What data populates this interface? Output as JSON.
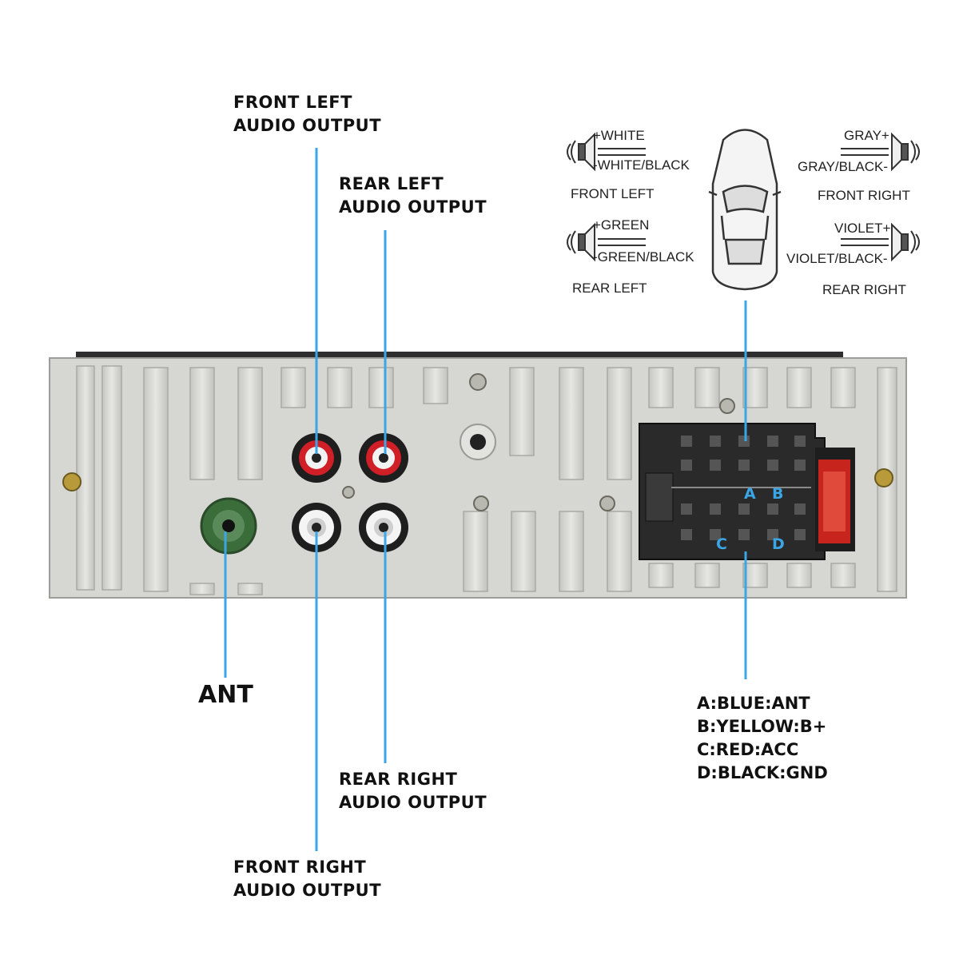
{
  "callouts": {
    "front_left": [
      "FRONT LEFT",
      "AUDIO OUTPUT"
    ],
    "rear_left": [
      "REAR LEFT",
      "AUDIO OUTPUT"
    ],
    "rear_right": [
      "REAR RIGHT",
      "AUDIO OUTPUT"
    ],
    "front_right": [
      "FRONT RIGHT",
      "AUDIO OUTPUT"
    ],
    "antenna": "ANT"
  },
  "speakers": {
    "front_left": {
      "name": "FRONT LEFT",
      "plus": "+WHITE",
      "minus": "-WHITE/BLACK"
    },
    "rear_left": {
      "name": "REAR LEFT",
      "plus": "+GREEN",
      "minus": "-GREEN/BLACK"
    },
    "front_right": {
      "name": "FRONT RIGHT",
      "plus": "GRAY+",
      "minus": "GRAY/BLACK-"
    },
    "rear_right": {
      "name": "REAR RIGHT",
      "plus": "VIOLET+",
      "minus": "VIOLET/BLACK-"
    }
  },
  "connector_pins": {
    "a": "A",
    "b": "B",
    "c": "C",
    "d": "D"
  },
  "pin_legend": [
    "A:BLUE:ANT",
    "B:YELLOW:B+",
    "C:RED:ACC",
    "D:BLACK:GND"
  ],
  "colors": {
    "callout_line": "#3aa6e6",
    "panel": "#d3d3cf",
    "rca_red": "#d01f26",
    "ant_green": "#3a6d3a",
    "connector": "#2a2a2a",
    "fuse": "#c8241e"
  }
}
